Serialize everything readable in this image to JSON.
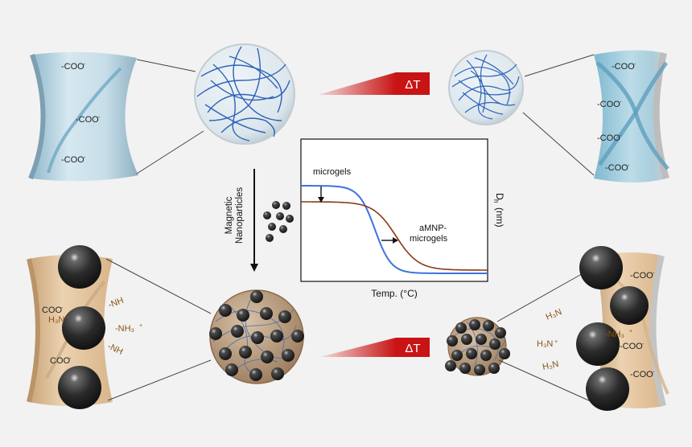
{
  "labels": {
    "coo_1": "-COO",
    "coo_2": "-COO",
    "coo_3": "-COO",
    "coo_r1": "-COO",
    "coo_r2": "-COO",
    "coo_r3": "-COO",
    "coo_r4": "-COO",
    "minus_sup": "-",
    "delta_t_top": "ΔT",
    "delta_t_bottom": "ΔT",
    "magnetic": "Magnetic",
    "nanoparticles": "Nanoparticles",
    "bl_coo_top": "COO",
    "bl_h3n": "H₃N",
    "bl_nh3_top": "-NH",
    "bl_nh3_mid": "-NH₃",
    "bl_nh3_bot": "-NH",
    "bl_coo_bot": "COO",
    "plus_sup": "+",
    "br_coo_1": "-COO",
    "br_h3n_1": "H₃N",
    "br_nh3": "-NH₃",
    "br_h3n_2": "H₃N",
    "br_coo_2": "-COO",
    "br_h3n_3": "H₃N",
    "br_coo_3": "-COO"
  },
  "chart_data": {
    "type": "line",
    "xlabel": "Temp. (°C)",
    "ylabel_main": "D",
    "ylabel_sub": "h",
    "ylabel_unit": "(nm)",
    "series": [
      {
        "name": "microgels",
        "color": "#3b73e0"
      },
      {
        "name": "aMNP-microgels",
        "name_line1": "aMNP-",
        "name_line2": "microgels",
        "color": "#8b3a12"
      }
    ]
  }
}
